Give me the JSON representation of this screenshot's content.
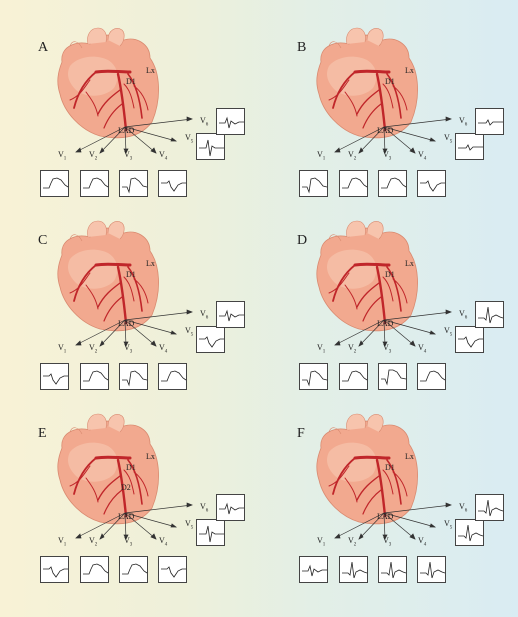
{
  "panels": [
    {
      "letter": "A"
    },
    {
      "letter": "B"
    },
    {
      "letter": "C"
    },
    {
      "letter": "D"
    },
    {
      "letter": "E"
    },
    {
      "letter": "F"
    }
  ],
  "labels": {
    "lx": "Lx",
    "d1": "D1",
    "d2": "D2",
    "lad": "LAD",
    "v": "V",
    "v1": "1",
    "v2": "2",
    "v3": "3",
    "v4": "4",
    "v5": "5",
    "v6": "6"
  },
  "colors": {
    "heart_fill": "#f2a98f",
    "heart_light": "#f7c4ad",
    "vessel": "#c0262a",
    "arrow": "#333333",
    "ecg_line": "#222222"
  }
}
